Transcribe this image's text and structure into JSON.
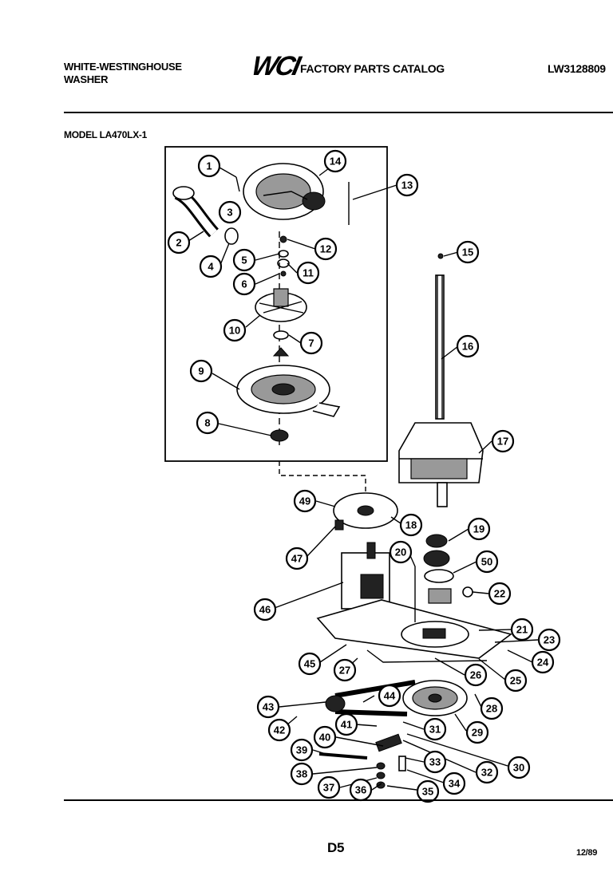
{
  "header": {
    "brand_line1": "WHITE-WESTINGHOUSE",
    "brand_line2": "WASHER",
    "logo_text": "WCI",
    "catalog_title": "FACTORY PARTS CATALOG",
    "catalog_code": "LW3128809"
  },
  "model_label": "MODEL LA470LX-1",
  "footer": {
    "page": "D5",
    "date": "12/89"
  },
  "callouts": [
    "1",
    "2",
    "3",
    "4",
    "5",
    "6",
    "7",
    "8",
    "9",
    "10",
    "11",
    "12",
    "13",
    "14",
    "15",
    "16",
    "17",
    "18",
    "19",
    "20",
    "21",
    "22",
    "23",
    "24",
    "25",
    "26",
    "27",
    "28",
    "29",
    "30",
    "31",
    "32",
    "33",
    "34",
    "35",
    "36",
    "37",
    "38",
    "39",
    "40",
    "41",
    "42",
    "43",
    "44",
    "45",
    "46",
    "47",
    "49",
    "50"
  ]
}
